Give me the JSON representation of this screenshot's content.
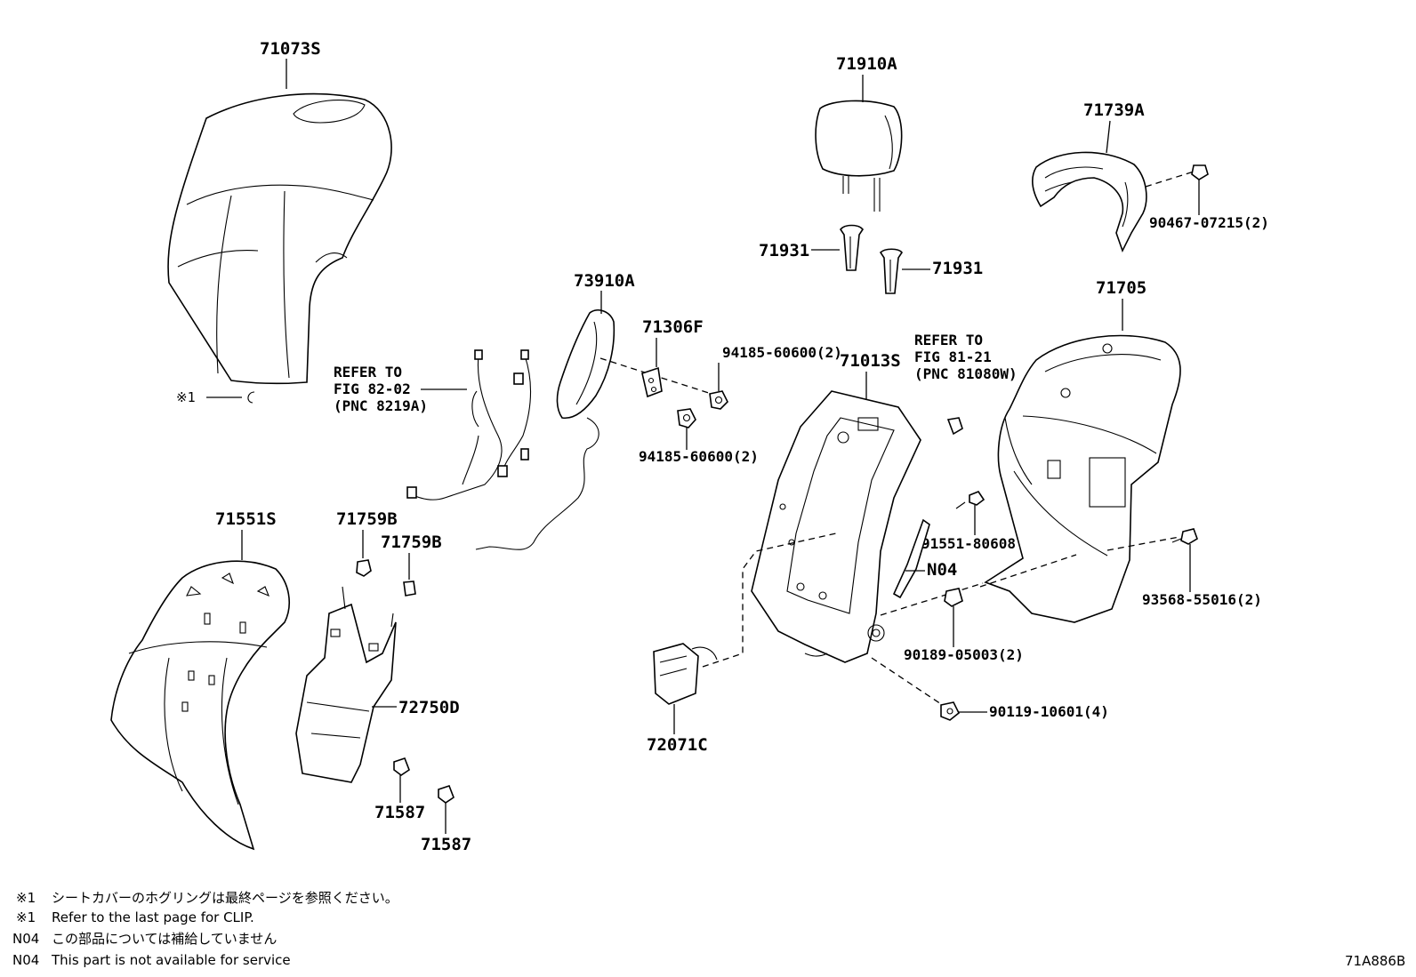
{
  "parts": {
    "p71073S": "71073S",
    "p71910A": "71910A",
    "p71739A": "71739A",
    "p90467": "90467-07215(2)",
    "p71931a": "71931",
    "p71931b": "71931",
    "p73910A": "73910A",
    "p71306F": "71306F",
    "p94185a": "94185-60600(2)",
    "p94185b": "94185-60600(2)",
    "p71705": "71705",
    "p71013S": "71013S",
    "p71551S": "71551S",
    "p71759Ba": "71759B",
    "p71759Bb": "71759B",
    "p72750D": "72750D",
    "p71587a": "71587",
    "p71587b": "71587",
    "p91551": "91551-80608",
    "pN04": "N04",
    "p93568": "93568-55016(2)",
    "p90189": "90189-05003(2)",
    "p90119": "90119-10601(4)",
    "p72071C": "72071C"
  },
  "refs": {
    "harness": [
      "REFER TO",
      "FIG 82-02",
      "(PNC 8219A)"
    ],
    "frame": [
      "REFER TO",
      "FIG 81-21",
      "(PNC 81080W)"
    ]
  },
  "clip_marker": "※1",
  "notes": [
    {
      "mark": "※1",
      "text": "シートカバーのホグリングは最終ページを参照ください。"
    },
    {
      "mark": "※1",
      "text": "Refer to the last page for CLIP."
    },
    {
      "mark": "N04",
      "text": "この部品については補給していません"
    },
    {
      "mark": "N04",
      "text": "This part is not available for service"
    }
  ],
  "diagram_id": "71A886B"
}
